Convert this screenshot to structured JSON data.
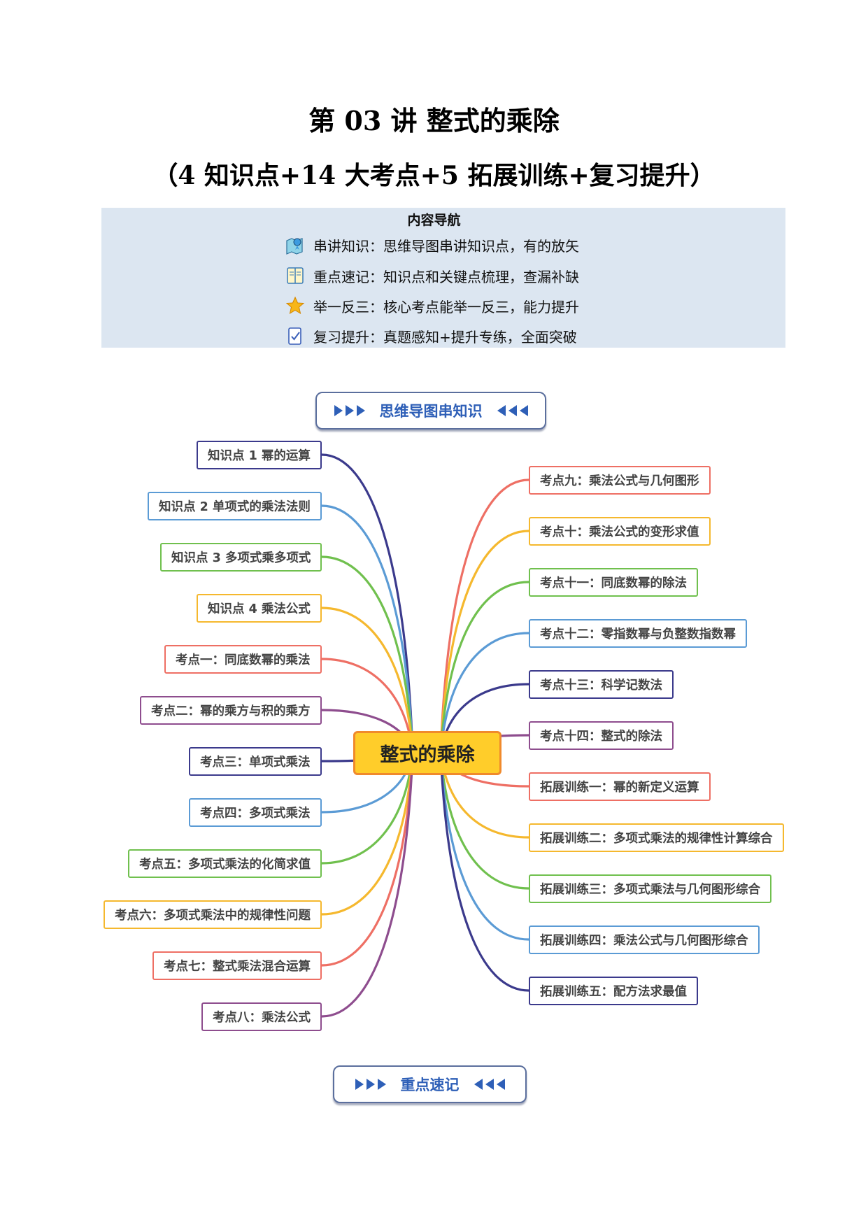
{
  "header": {
    "title": "第 03 讲  整式的乘除",
    "subtitle": "（4 知识点+14 大考点+5 拓展训练+复习提升）"
  },
  "nav": {
    "heading": "内容导航",
    "rows": [
      {
        "icon": "map-pin-icon",
        "text": "串讲知识：思维导图串讲知识点，有的放矢"
      },
      {
        "icon": "book-icon",
        "text": "重点速记：知识点和关键点梳理，查漏补缺"
      },
      {
        "icon": "star-icon",
        "text": "举一反三：核心考点能举一反三，能力提升"
      },
      {
        "icon": "checklist-icon",
        "text": "复习提升：真题感知+提升专练，全面突破"
      }
    ]
  },
  "banners": {
    "mindmap": "思维导图串知识",
    "keypoints": "重点速记"
  },
  "mindmap": {
    "center": "整式的乘除",
    "left": [
      {
        "label": "知识点 1 幂的运算",
        "color": "#3b3a8c"
      },
      {
        "label": "知识点 2 单项式的乘法法则",
        "color": "#5b9bd5"
      },
      {
        "label": "知识点 3 多项式乘多项式",
        "color": "#70c04e"
      },
      {
        "label": "知识点 4 乘法公式",
        "color": "#f5b82e"
      },
      {
        "label": "考点一：同底数幂的乘法",
        "color": "#ee6f64"
      },
      {
        "label": "考点二：幂的乘方与积的乘方",
        "color": "#8e4d8e"
      },
      {
        "label": "考点三：单项式乘法",
        "color": "#3b3a8c"
      },
      {
        "label": "考点四：多项式乘法",
        "color": "#5b9bd5"
      },
      {
        "label": "考点五：多项式乘法的化简求值",
        "color": "#70c04e"
      },
      {
        "label": "考点六：多项式乘法中的规律性问题",
        "color": "#f5b82e"
      },
      {
        "label": "考点七：整式乘法混合运算",
        "color": "#ee6f64"
      },
      {
        "label": "考点八：乘法公式",
        "color": "#8e4d8e"
      }
    ],
    "right": [
      {
        "label": "考点九：乘法公式与几何图形",
        "color": "#ee6f64"
      },
      {
        "label": "考点十：乘法公式的变形求值",
        "color": "#f5b82e"
      },
      {
        "label": "考点十一：同底数幂的除法",
        "color": "#70c04e"
      },
      {
        "label": "考点十二：零指数幂与负整数指数幂",
        "color": "#5b9bd5"
      },
      {
        "label": "考点十三：科学记数法",
        "color": "#3b3a8c"
      },
      {
        "label": "考点十四：整式的除法",
        "color": "#8e4d8e"
      },
      {
        "label": "拓展训练一：幂的新定义运算",
        "color": "#ee6f64"
      },
      {
        "label": "拓展训练二：多项式乘法的规律性计算综合",
        "color": "#f5b82e"
      },
      {
        "label": "拓展训练三：多项式乘法与几何图形综合",
        "color": "#70c04e"
      },
      {
        "label": "拓展训练四：乘法公式与几何图形综合",
        "color": "#5b9bd5"
      },
      {
        "label": "拓展训练五：配方法求最值",
        "color": "#3b3a8c"
      }
    ]
  }
}
